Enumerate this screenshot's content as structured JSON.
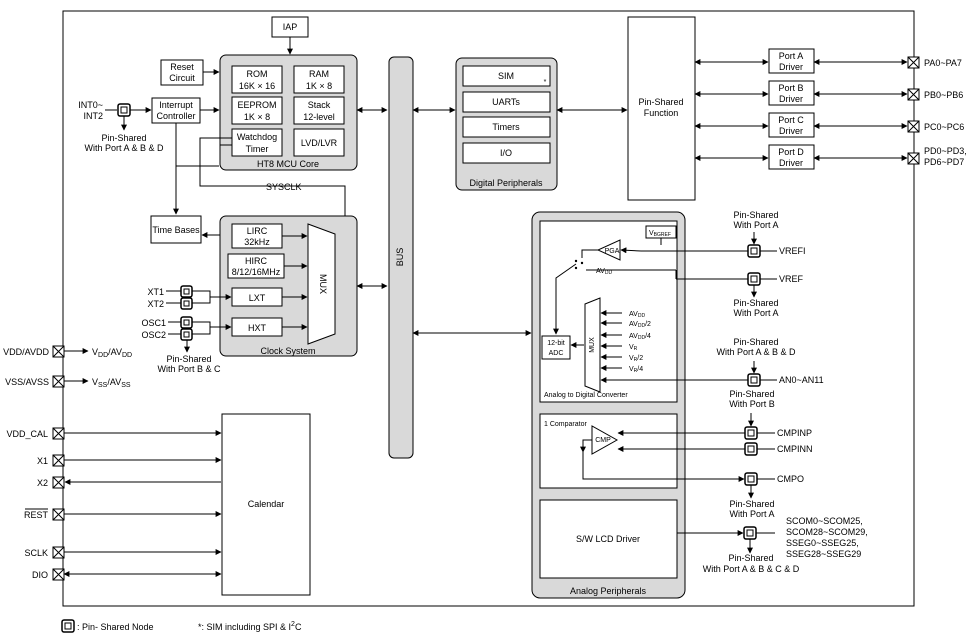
{
  "core": {
    "title": "HT8 MCU Core",
    "rom": [
      "ROM",
      "16K × 16"
    ],
    "ram": [
      "RAM",
      "1K × 8"
    ],
    "eeprom": [
      "EEPROM",
      "1K × 8"
    ],
    "stack": [
      "Stack",
      "12-level"
    ],
    "wdt": [
      "Watchdog",
      "Timer"
    ],
    "lvd": "LVD/LVR"
  },
  "iap": "IAP",
  "reset": [
    "Reset",
    "Circuit"
  ],
  "intc": [
    "Interrupt",
    "Controller"
  ],
  "int_pins": [
    "INT0~",
    "INT2"
  ],
  "int_shared": [
    "Pin-Shared",
    "With Port A & B & D"
  ],
  "sysclk": "SYSCLK",
  "timebases": "Time Bases",
  "clock": {
    "title": "Clock System",
    "lirc": [
      "LIRC",
      "32kHz"
    ],
    "hirc": [
      "HIRC",
      "8/12/16MHz"
    ],
    "lxt": "LXT",
    "hxt": "HXT",
    "mux": "MUX"
  },
  "clock_pins": [
    "XT1",
    "XT2",
    "OSC1",
    "OSC2"
  ],
  "clock_shared": [
    "Pin-Shared",
    "With Port B & C"
  ],
  "bus": "BUS",
  "digital": {
    "title": "Digital Peripherals",
    "items": [
      "SIM",
      "UARTs",
      "Timers",
      "I/O"
    ],
    "star": "*"
  },
  "pinshared_func": [
    "Pin-Shared",
    "Function"
  ],
  "ports": [
    {
      "driver": [
        "Port A",
        "Driver"
      ],
      "pin": [
        "PA0~PA7"
      ]
    },
    {
      "driver": [
        "Port B",
        "Driver"
      ],
      "pin": [
        "PB0~PB6"
      ]
    },
    {
      "driver": [
        "Port C",
        "Driver"
      ],
      "pin": [
        "PC0~PC6"
      ]
    },
    {
      "driver": [
        "Port D",
        "Driver"
      ],
      "pin": [
        "PD0~PD3,",
        "PD6~PD7"
      ]
    }
  ],
  "power": [
    {
      "pin": "VDD/AVDD",
      "label": "V",
      "sub1": "DD",
      "sep": "/AV",
      "sub2": "DD"
    },
    {
      "pin": "VSS/AVSS",
      "label": "V",
      "sub1": "SS",
      "sep": "/AV",
      "sub2": "SS"
    }
  ],
  "calendar": {
    "title": "Calendar",
    "pins": [
      "VDD_CAL",
      "X1",
      "X2",
      "REST",
      "SCLK",
      "DIO"
    ]
  },
  "analog": {
    "title": "Analog Peripherals",
    "adc_title": "Analog to Digital Converter",
    "adc": [
      "12-bit",
      "ADC"
    ],
    "pga": "PGA",
    "vbgref": "V",
    "vbgref_sub": "BGREF",
    "mux": "MUX",
    "avdd": "AV",
    "avdd_sub": "DD",
    "mux_inputs": [
      [
        "AV",
        "DD",
        ""
      ],
      [
        "AV",
        "DD",
        "/2"
      ],
      [
        "AV",
        "DD",
        "/4"
      ],
      [
        "V",
        "R",
        ""
      ],
      [
        "V",
        "R",
        "/2"
      ],
      [
        "V",
        "R",
        "/4"
      ]
    ],
    "comp_title": "1 Comparator",
    "cmp": "CMP",
    "lcd": "S/W LCD Driver"
  },
  "analog_pins": {
    "vrefi": "VREFI",
    "vrefi_shared": [
      "Pin-Shared",
      "With Port A"
    ],
    "vref": "VREF",
    "vref_shared": [
      "Pin-Shared",
      "With Port A"
    ],
    "an": "AN0~AN11",
    "an_shared": [
      "Pin-Shared",
      "With Port A & B & D"
    ],
    "cmpinp": "CMPINP",
    "cmpinn": "CMPINN",
    "cmp_shared": [
      "Pin-Shared",
      "With Port B"
    ],
    "cmpo": "CMPO",
    "cmpo_shared": [
      "Pin-Shared",
      "With Port A"
    ],
    "lcd_pins": [
      "SCOM0~SCOM25,",
      "SCOM28~SCOM29,",
      "SSEG0~SSEG25,",
      "SSEG28~SSEG29"
    ],
    "lcd_shared": [
      "Pin-Shared",
      "With Port A & B & C & D"
    ]
  },
  "legend": {
    "node": ": Pin- Shared Node",
    "note": "*: SIM including SPI & I",
    "note_sup": "2",
    "note_end": "C"
  }
}
